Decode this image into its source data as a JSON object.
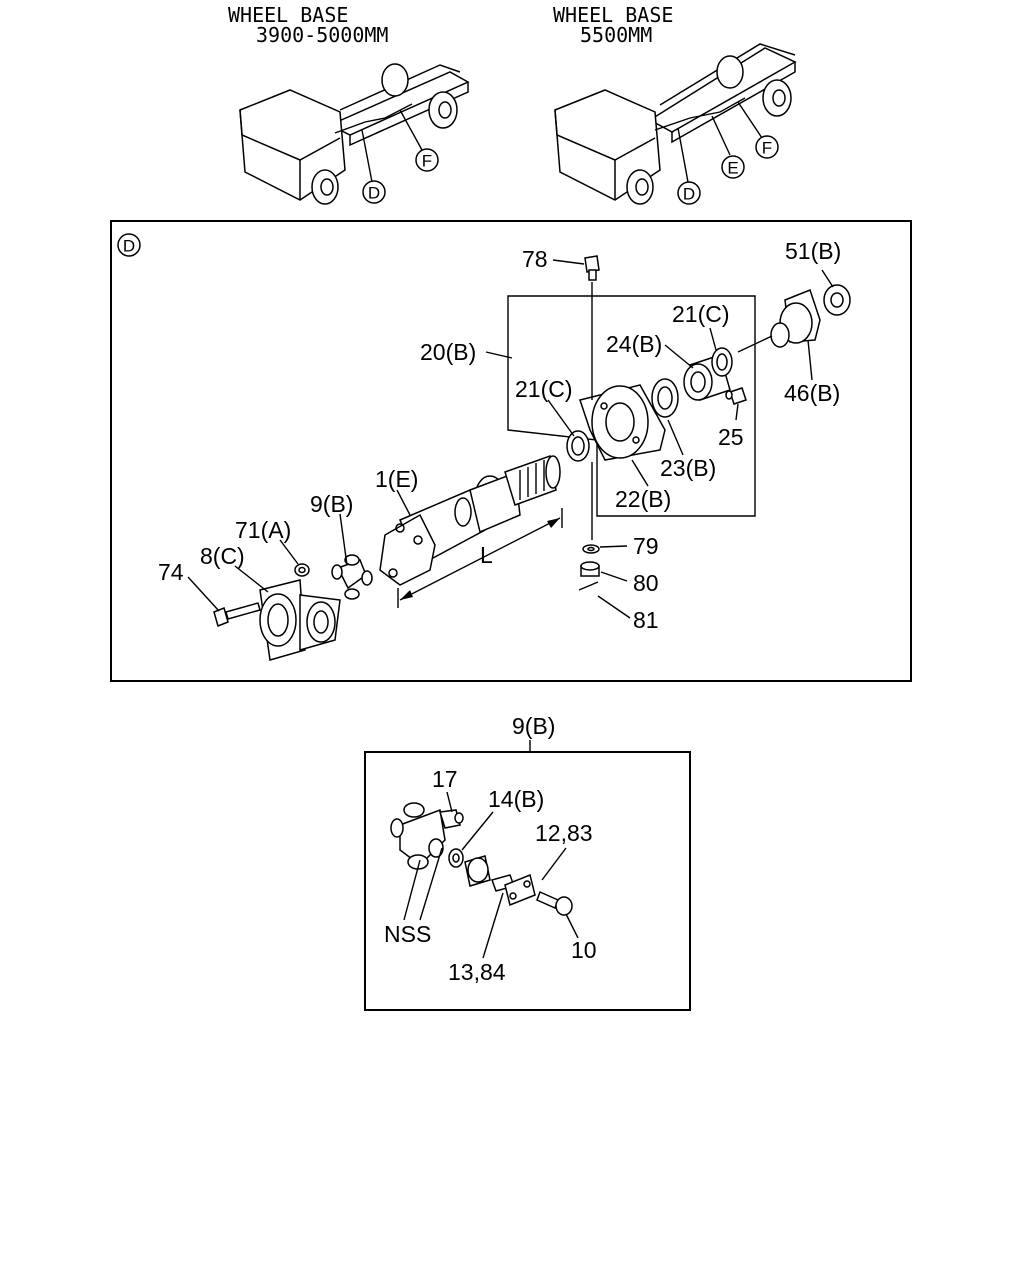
{
  "overview_left": {
    "line1": "WHEEL BASE",
    "line2": "3900-5000MM",
    "markers": [
      "D",
      "F"
    ]
  },
  "overview_right": {
    "line1": "WHEEL BASE",
    "line2": "5500MM",
    "markers": [
      "D",
      "E",
      "F"
    ]
  },
  "detail_d": {
    "view_marker": "D",
    "callouts": [
      "78",
      "51(B)",
      "21(C)",
      "24(B)",
      "20(B)",
      "46(B)",
      "21(C)",
      "25",
      "23(B)",
      "22(B)",
      "1(E)",
      "9(B)",
      "71(A)",
      "8(C)",
      "74",
      "L",
      "79",
      "80",
      "81"
    ]
  },
  "detail_joint": {
    "title": "9(B)",
    "callouts": [
      "17",
      "14(B)",
      "12,83",
      "NSS",
      "13,84",
      "10"
    ]
  }
}
